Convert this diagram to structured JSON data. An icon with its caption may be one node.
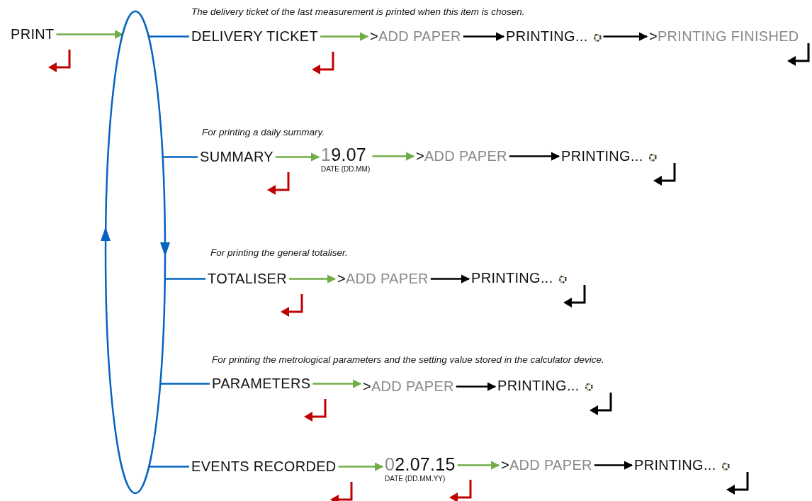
{
  "diagram": {
    "nodes": [
      {
        "text": [
          "PRINT"
        ]
      },
      {
        "text": [],
        "shape": "ellipse"
      },
      {
        "text": [
          "DELIVERY TICKET"
        ],
        "beside": [
          "The delivery ticket of the last measurement is printed when this item is chosen."
        ]
      },
      {
        "text": [
          ">",
          "ADD PAPER"
        ]
      },
      {
        "text": [
          "PRINTING..."
        ]
      },
      {
        "text": [
          ">",
          "PRINTING FINISHED"
        ]
      },
      {
        "text": [
          "SUMMARY"
        ],
        "beside": [
          "For printing a daily summary."
        ]
      },
      {
        "text": [
          "1",
          "9.07",
          "DATE (DD.MM)"
        ]
      },
      {
        "text": [
          ">",
          "ADD PAPER"
        ]
      },
      {
        "text": [
          "PRINTING..."
        ]
      },
      {
        "text": [
          "TOTALISER"
        ],
        "beside": [
          "For printing the general totaliser."
        ]
      },
      {
        "text": [
          ">",
          "ADD PAPER"
        ]
      },
      {
        "text": [
          "PRINTING..."
        ]
      },
      {
        "text": [
          "PARAMETERS"
        ],
        "beside": [
          "For printing the metrological parameters and the setting value stored in the calculator device."
        ]
      },
      {
        "text": [
          ">",
          "ADD PAPER"
        ]
      },
      {
        "text": [
          "PRINTING..."
        ]
      },
      {
        "text": [
          "EVENTS RECORDED"
        ]
      },
      {
        "text": [
          "0",
          "2.07.15",
          "DATE (DD.MM.YY)"
        ]
      },
      {
        "text": [
          ">",
          "ADD PAPER"
        ]
      },
      {
        "text": [
          "PRINTING..."
        ]
      }
    ],
    "edges": [
      {
        "from": 0,
        "to": 1,
        "arrow": "to"
      },
      {
        "from": 1,
        "to": 2,
        "arrow": "none",
        "color": "#0563c1"
      },
      {
        "from": 1,
        "to": 6,
        "arrow": "none",
        "color": "#0563c1"
      },
      {
        "from": 1,
        "to": 10,
        "arrow": "none",
        "color": "#0563c1"
      },
      {
        "from": 1,
        "to": 13,
        "arrow": "none",
        "color": "#0563c1"
      },
      {
        "from": 1,
        "to": 16,
        "arrow": "none",
        "color": "#0563c1"
      },
      {
        "from": 2,
        "to": 3,
        "arrow": "to"
      },
      {
        "from": 3,
        "to": 4,
        "arrow": "to",
        "color": "#000000"
      },
      {
        "from": 4,
        "to": 5,
        "arrow": "to",
        "color": "#000000"
      },
      {
        "from": 6,
        "to": 7,
        "arrow": "to"
      },
      {
        "from": 7,
        "to": 8,
        "arrow": "to"
      },
      {
        "from": 8,
        "to": 9,
        "arrow": "to",
        "color": "#000000"
      },
      {
        "from": 10,
        "to": 11,
        "arrow": "to"
      },
      {
        "from": 11,
        "to": 12,
        "arrow": "to",
        "color": "#000000"
      },
      {
        "from": 13,
        "to": 14,
        "arrow": "to"
      },
      {
        "from": 14,
        "to": 15,
        "arrow": "to",
        "color": "#000000"
      },
      {
        "from": 16,
        "to": 17,
        "arrow": "to"
      },
      {
        "from": 17,
        "to": 18,
        "arrow": "to"
      },
      {
        "from": 18,
        "to": 19,
        "arrow": "to",
        "color": "#000000"
      }
    ]
  }
}
